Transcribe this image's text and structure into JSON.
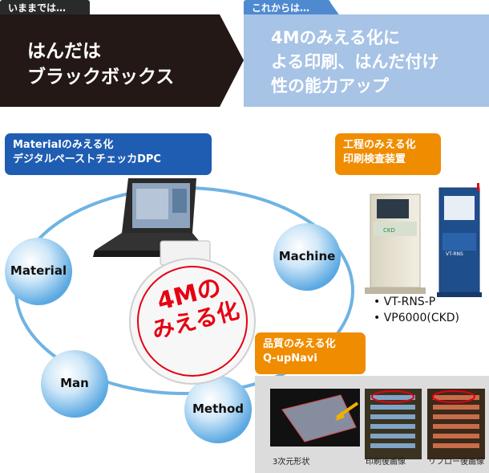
{
  "header": {
    "before_tab": "いままでは…",
    "before_text": "はんだは\nブラックボックス",
    "after_tab": "これからは…",
    "after_text": "4Mのみえる化に\nよる印刷、はんだ付け\n性の能力アップ"
  },
  "labels": {
    "material": "Materialのみえる化\nデジタルペーストチェッカDPC",
    "process": "工程のみえる化\n印刷検査装置",
    "quality": "品質のみえる化\nQ-upNavi"
  },
  "circles": {
    "material": "Material",
    "machine": "Machine",
    "man": "Man",
    "method": "Method"
  },
  "center_badge": {
    "line1": "4Mの",
    "line2": "みえる化"
  },
  "machines": [
    "• VT-RNS-P",
    "• VP6000(CKD)"
  ],
  "machine_labels": {
    "left": "CKD",
    "right": "VT-RNS"
  },
  "captions": {
    "shape3d": "3次元形状",
    "after_print": "印刷後画像",
    "after_reflow": "リフロー後画像"
  },
  "colors": {
    "material_label": "#1f5db2",
    "orange_label": "#f08c00",
    "before_panel": "#231815",
    "after_panel": "#a7c3e6",
    "ring": "#5aa6dc",
    "badge_red": "#e60012"
  }
}
